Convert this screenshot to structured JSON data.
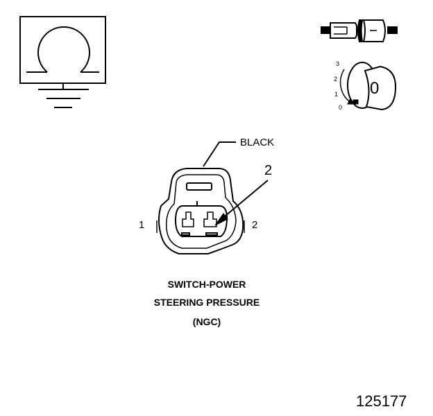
{
  "connector": {
    "wire_color": "BLACK",
    "callout_number": "2",
    "pin_left": "1",
    "pin_right": "2"
  },
  "caption": {
    "line1": "SWITCH-POWER",
    "line2": "STEERING PRESSURE",
    "line3": "(NGC)"
  },
  "ignition_key": {
    "positions": [
      "3",
      "2",
      "1",
      "0"
    ],
    "key_label": "0"
  },
  "figure_number": "125177",
  "icons": {
    "component_symbol": "pressure-switch-symbol-icon",
    "ground": "ground-icon",
    "fuse": "fuse-icon",
    "ignition_key": "ignition-key-icon"
  }
}
